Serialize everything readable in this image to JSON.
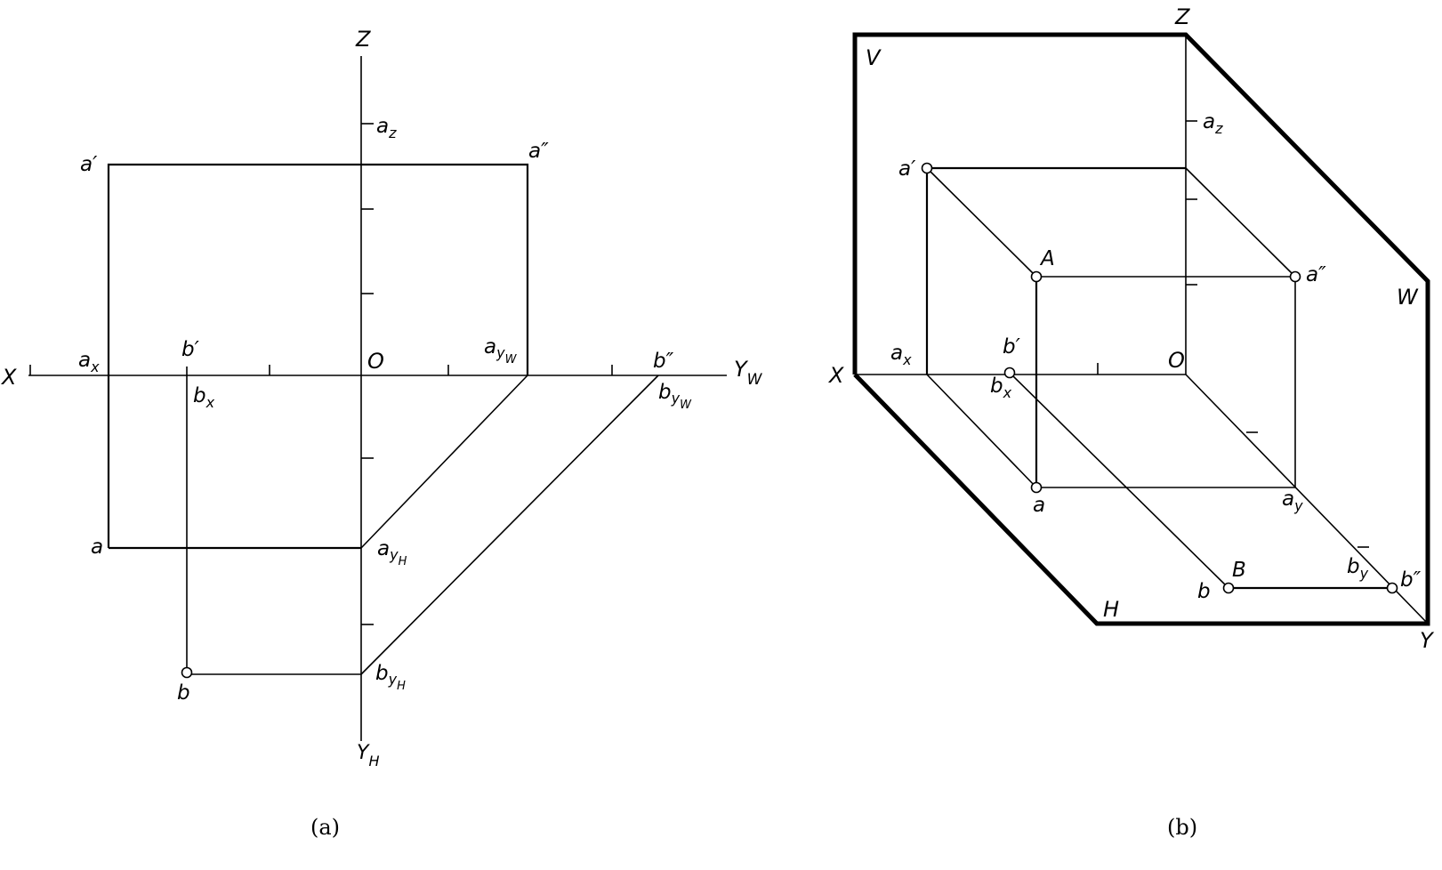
{
  "diagram_a": {
    "caption": "(a)",
    "axes": {
      "x": "X",
      "z": "Z",
      "yw_main": "Y",
      "yw_sub": "W",
      "yh_main": "Y",
      "yh_sub": "H",
      "origin": "O"
    },
    "labels": {
      "a_prime": "a′",
      "a_dprime": "a″",
      "a_plan": "a",
      "az_main": "a",
      "az_sub": "z",
      "ax_main": "a",
      "ax_sub": "x",
      "ayw_main": "a",
      "ayw_sub1": "y",
      "ayw_sub2": "W",
      "ayh_main": "a",
      "ayh_sub1": "y",
      "ayh_sub2": "H",
      "b_prime": "b′",
      "b_dprime": "b″",
      "b_plan": "b",
      "bx_main": "b",
      "bx_sub": "x",
      "byw_main": "b",
      "byw_sub1": "y",
      "byw_sub2": "W",
      "byh_main": "b",
      "byh_sub1": "y",
      "byh_sub2": "H"
    }
  },
  "diagram_b": {
    "caption": "(b)",
    "planes": {
      "v": "V",
      "w": "W",
      "h": "H"
    },
    "axes": {
      "x": "X",
      "y": "Y",
      "z": "Z",
      "origin": "O"
    },
    "labels": {
      "a_prime": "a′",
      "a_dprime": "a″",
      "a_plan": "a",
      "A": "A",
      "az_main": "a",
      "az_sub": "z",
      "ax_main": "a",
      "ax_sub": "x",
      "ay_main": "a",
      "ay_sub": "y",
      "b_prime": "b′",
      "b_dprime": "b″",
      "b_plan": "b",
      "B": "B",
      "bx_main": "b",
      "bx_sub": "x",
      "by_main": "b",
      "by_sub": "y"
    }
  }
}
